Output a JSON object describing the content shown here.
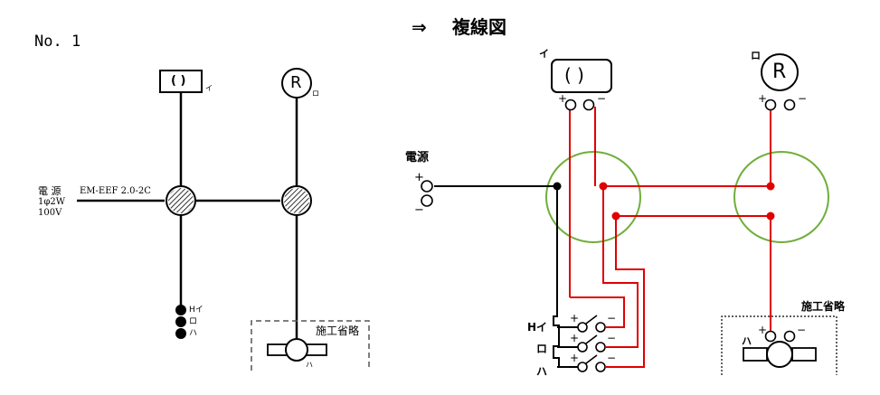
{
  "left": {
    "number_label": "No. 1",
    "cable_label": "EM-EEF 2.0-2C",
    "power": {
      "name": "電 源",
      "phase": "1φ2W",
      "voltage": "100V"
    },
    "light_symbol": "( )",
    "receptacle_symbol": "R",
    "tags": {
      "i": "イ",
      "ro": "ロ",
      "ha": "ハ",
      "hi": "Hイ"
    },
    "omit_label": "施工省略"
  },
  "right": {
    "arrow": "⇒",
    "title": "複線図",
    "power_label": "電源",
    "light_symbol": "(   )",
    "receptacle_symbol": "R",
    "tags": {
      "i": "イ",
      "ro": "ロ",
      "ha": "ハ",
      "hi": "Hイ"
    },
    "plus": "+",
    "minus": "−",
    "omit_label": "施工省略"
  },
  "colors": {
    "wire_black": "#000000",
    "wire_red": "#e00000",
    "junction_box": "#6fae3a",
    "dashed_box": "#555555"
  }
}
